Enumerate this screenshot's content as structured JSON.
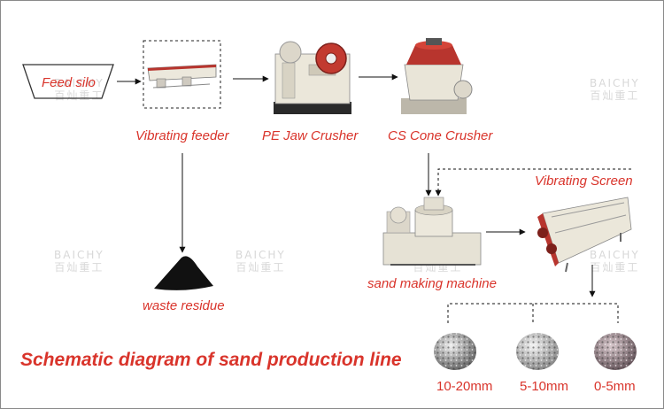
{
  "labels": {
    "feed_silo": "Feed silo",
    "vibrating_feeder": "Vibrating feeder",
    "jaw_crusher": "PE Jaw Crusher",
    "cone_crusher": "CS Cone Crusher",
    "vibrating_screen": "Vibrating Screen",
    "sand_machine": "sand making machine",
    "waste_residue": "waste residue"
  },
  "title": "Schematic diagram of sand production line",
  "products": [
    "10-20mm",
    "5-10mm",
    "0-5mm"
  ],
  "watermark": {
    "brand": "BAICHY",
    "chinese": "百灿重工"
  },
  "colors": {
    "label": "#d9342b",
    "machine": "#e8e4d8",
    "accent": "#b8352e",
    "line": "#111111"
  }
}
